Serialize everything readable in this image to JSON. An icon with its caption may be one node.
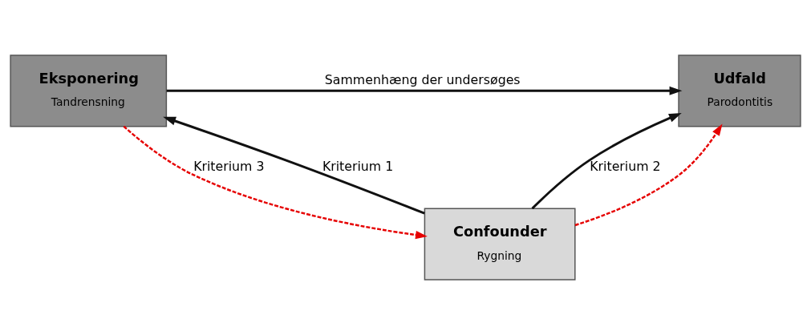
{
  "diagram": {
    "nodes": [
      {
        "text": [
          "Eksponering",
          "Tandrensning"
        ]
      },
      {
        "text": [
          "Udfald",
          "Parodontitis"
        ]
      },
      {
        "text": [
          "Confounder",
          "Rygning"
        ]
      }
    ],
    "edges": [
      {
        "from": 0,
        "to": 1,
        "arrow": "to",
        "label": "Sammenhæng der undersøges"
      },
      {
        "from": 2,
        "to": 0,
        "arrow": "to",
        "label": "Kriterium 1"
      },
      {
        "from": 2,
        "to": 1,
        "arrow": "to",
        "label": "Kriterium 2"
      },
      {
        "from": 0,
        "to": 2,
        "arrow": "to",
        "label": "Kriterium 3",
        "style": "dashed",
        "color": "#e60000"
      },
      {
        "from": 2,
        "to": 1,
        "arrow": "to",
        "style": "dashed",
        "color": "#e60000"
      }
    ]
  }
}
